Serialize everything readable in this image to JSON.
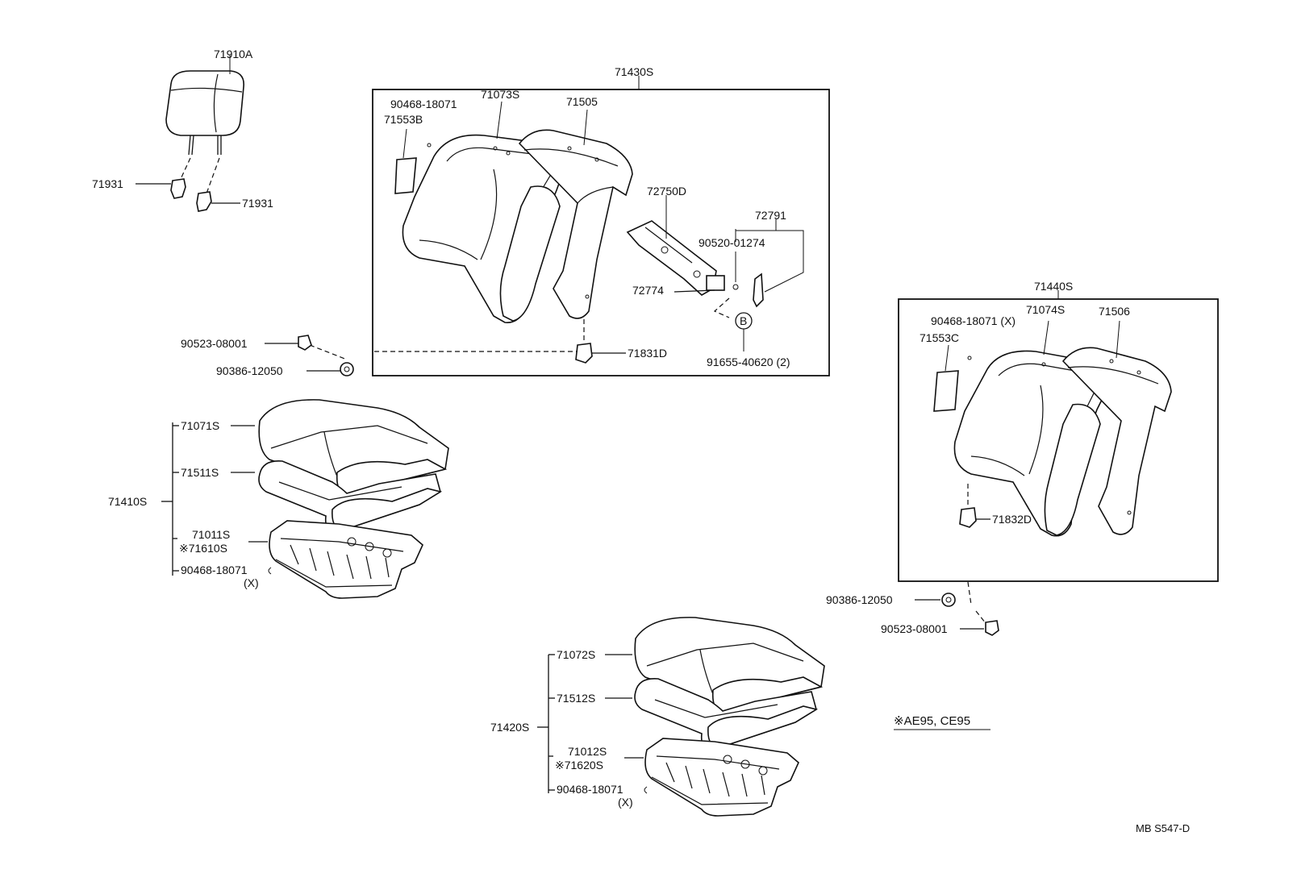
{
  "labels": {
    "headrest": "71910A",
    "support_left": "71931",
    "support_right": "71931",
    "front_back_assy": "71430S",
    "front_back_cover": "71073S",
    "front_back_board": "71505",
    "pad_note_left_1": "90468-18071",
    "pad_left": "71553B",
    "recliner": "72750D",
    "bracket": "72791",
    "bolt_front": "90520-01274",
    "cover_recliner": "72774",
    "bushing_front_left": "90523-08001",
    "washer_front_left": "90386-12050",
    "cushion_front_pad": "71831D",
    "screw_front": "91655-40620 (2)",
    "ref_b": "B",
    "rear_back_assy": "71440S",
    "pad_note_right": "90468-18071 (X)",
    "rear_back_cover": "71074S",
    "rear_back_board": "71506",
    "pad_right": "71553C",
    "cushion_rear_pad": "71832D",
    "washer_rear": "90386-12050",
    "bushing_rear": "90523-08001",
    "cushion_front_assy": "71410S",
    "cushion_front_cover": "71071S",
    "cushion_front_pad_item": "71511S",
    "cushion_front_frame": "71011S",
    "cushion_front_frame_alt": "※71610S",
    "cushion_front_clip": "90468-18071",
    "cushion_front_clip_qty": "(X)",
    "cushion_rear_assy": "71420S",
    "cushion_rear_cover": "71072S",
    "cushion_rear_pad_item": "71512S",
    "cushion_rear_frame": "71012S",
    "cushion_rear_frame_alt": "※71620S",
    "cushion_rear_clip": "90468-18071",
    "cushion_rear_clip_qty": "(X)",
    "note": "※AE95, CE95",
    "diagram_code": "MB S547-D"
  },
  "icons": {
    "headrest": "headrest-icon",
    "support": "headrest-support-icon",
    "seatback": "seatback-icon",
    "cushion": "seat-cushion-icon",
    "recliner": "recliner-icon",
    "washer": "washer-icon"
  }
}
